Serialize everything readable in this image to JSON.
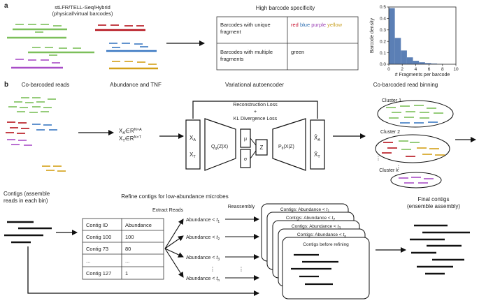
{
  "panel_a": {
    "label": "a",
    "reads_caption_line1": "stLFR/TELL-Seq/Hybrid",
    "reads_caption_line2": "(physical/virtual barcodes)",
    "spec_title": "High barcode specificity",
    "row1_label_line1": "Barcodes with unique",
    "row1_label_line2": "fragment",
    "row1_colors": [
      {
        "text": "red",
        "color": "#c8102e"
      },
      {
        "text": "blue",
        "color": "#2b6cb0"
      },
      {
        "text": "purple",
        "color": "#9b40b5"
      },
      {
        "text": "yellow",
        "color": "#c9a227"
      }
    ],
    "row2_label_line1": "Barcodes with multiple",
    "row2_label_line2": "fragments",
    "row2_color": {
      "text": "green",
      "color": "#5cb85c"
    }
  },
  "chart_data": {
    "type": "bar",
    "xlabel": "# Fragments per barcode",
    "ylabel": "Barcode density",
    "xlim": [
      0,
      10
    ],
    "ylim": [
      0,
      0.5
    ],
    "xticks": [
      "0",
      "2",
      "4",
      "6",
      "8",
      "10"
    ],
    "yticks": [
      "0.0",
      "0.1",
      "0.2",
      "0.3",
      "0.4",
      "0.5"
    ],
    "bin_width": 0.9,
    "bin_starts": [
      0,
      0.9,
      1.8,
      2.7,
      3.6,
      4.5,
      5.4,
      6.3,
      7.2
    ],
    "values": [
      0.49,
      0.23,
      0.12,
      0.06,
      0.03,
      0.017,
      0.01,
      0.006,
      0.003
    ],
    "bar_color": "#5b7fb5"
  },
  "panel_b": {
    "label": "b",
    "step1": "Co-barcoded reads",
    "step2": "Abundance and TNF",
    "step3": "Variational autoencoder",
    "step4": "Co-barcoded read binning",
    "xa_formula": "X",
    "xa_sub": "A",
    "xa_rest": "∈R",
    "xa_sup": "N×A",
    "xt_formula": "X",
    "xt_sub": "T",
    "xt_rest": "∈R",
    "xt_sup": "N×T",
    "recon_loss": "Reconstruction Loss",
    "plus": "+",
    "kl_loss": "KL Divergence Loss",
    "enc_in_a": "X",
    "enc_in_a_sub": "A",
    "enc_in_t": "X",
    "enc_in_t_sub": "T",
    "encoder": "Q",
    "encoder_sub": "φ",
    "encoder_rest": "(Z|X)",
    "mu": "μ",
    "sigma": "σ",
    "z": "Z",
    "decoder": "P",
    "decoder_sub": "θ",
    "decoder_rest": "(X|Z)",
    "out_a": "X̂",
    "out_a_sub": "A",
    "out_t": "X̂",
    "out_t_sub": "T",
    "cluster1": "Cluster 1",
    "cluster2": "Cluster 2",
    "clusterk": "Cluster k",
    "vdots": "⋮",
    "contigs_label_line1": "Contigs (assemble",
    "contigs_label_line2": "reads in each bin)",
    "refine_title": "Refine contigs for low-abundance microbes",
    "extract_reads": "Extract Reads",
    "reassembly": "Reassembly",
    "table_headers": [
      "Contig ID",
      "Abundance"
    ],
    "table_rows": [
      [
        "Contig 100",
        "100"
      ],
      [
        "Contig 73",
        "80"
      ],
      [
        "...",
        "..."
      ],
      [
        "Contig 127",
        "1"
      ]
    ],
    "abund_prefix": "Abundance < ",
    "abund_t": "t",
    "abund_subs": [
      "1",
      "2",
      "3",
      "n"
    ],
    "contig_stack_prefix": "Contigs: Abundance < ",
    "contig_stack_subs": [
      "1",
      "2",
      "3",
      "n"
    ],
    "before_refining": "Contigs before refining",
    "final_line1": "Final contigs",
    "final_line2": "(ensemble assembly)"
  }
}
